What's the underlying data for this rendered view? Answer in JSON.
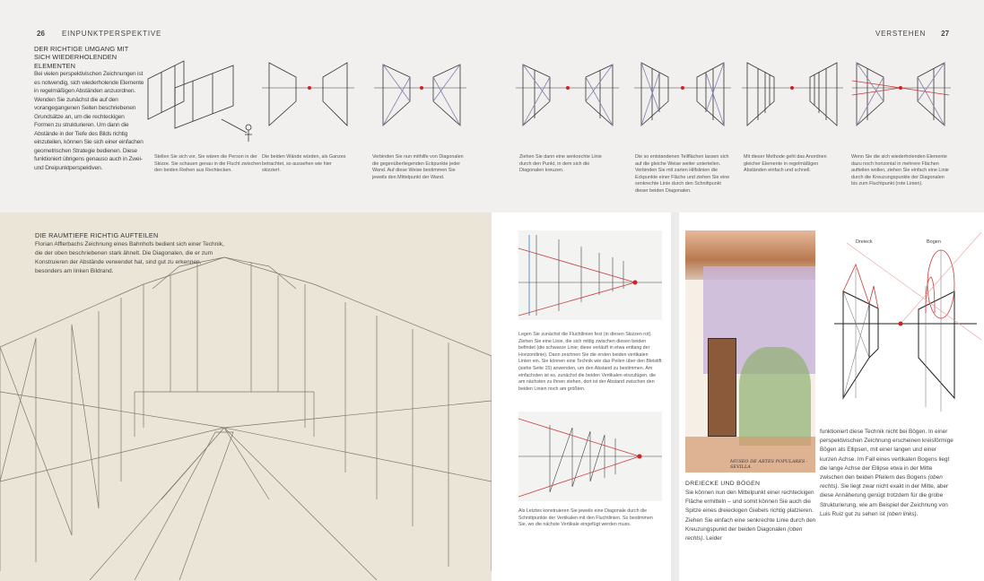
{
  "header": {
    "left_page_number": "26",
    "left_title": "EINPUNKTPERSPEKTIVE",
    "right_title": "VERSTEHEN",
    "right_page_number": "27"
  },
  "intro": {
    "heading": "DER RICHTIGE UMGANG MIT SICH WIEDERHOLENDEN ELEMENTEN",
    "text": "Bei vielen perspektivischen Zeichnungen ist es notwendig, sich wiederholende Elemente in regelmäßigen Abständen anzuordnen. Wenden Sie zunächst die auf den vorangegangenen Seiten beschriebenen Grundsätze an, um die rechteckigen Formen zu strukturieren. Um dann die Abstände in der Tiefe des Bilds richtig einzuteilen, können Sie sich einer einfachen geometrischen Strategie bedienen. Diese funktioniert übrigens genauso auch in Zwei- und Dreipunktperspektiven."
  },
  "steps": [
    "Stellen Sie sich vor, Sie wären die Person in der Skizze. Sie schauen genau in die Flucht zwischen den beiden Reihen aus Rechtecken.",
    "Die beiden Wände würden, als Ganzes betrachtet, so aussehen wie hier skizziert.",
    "Verbinden Sie nun mithilfe von Diagonalen die gegenüberliegenden Eckpunkte jeder Wand. Auf diese Weise bestimmen Sie jeweils den Mittelpunkt der Wand.",
    "Ziehen Sie dann eine senkrechte Linie durch den Punkt, in dem sich die Diagonalen kreuzen.",
    "Die so entstandenen Teilflächen lassen sich auf die gleiche Weise weiter unterteilen. Verbinden Sie mit zarten Hilfslinien die Eckpunkte einer Fläche und ziehen Sie eine senkrechte Linie durch den Schnittpunkt dieser beiden Diagonalen.",
    "Mit dieser Methode geht das Anordnen gleicher Elemente in regelmäßigen Abständen einfach und schnell.",
    "Wenn Sie die sich wiederholenden Elemente dazu noch horizontal in mehrere Flächen aufteilen wollen, ziehen Sie einfach eine Linie durch die Kreuzungspunkte der Diagonalen bis zum Fluchtpunkt (rote Linien)."
  ],
  "station": {
    "heading": "DIE RAUMTIEFE RICHTIG AUFTEILEN",
    "text": "Florian Afflerbachs Zeichnung eines Bahnhofs bedient sich einer Technik, die der oben beschriebenen stark ähnelt. Die Diagonalen, die er zum Konstruieren der Abstände verwendet hat, sind gut zu erkennen, besonders am linken Bildrand."
  },
  "middle": {
    "caption_1": "Legen Sie zunächst die Fluchtlinien fest (in diesen Skizzen rot). Ziehen Sie eine Linie, die sich mittig zwischen diesen beiden befindet (die schwarze Linie; diese verläuft in etwa entlang der Horizontlinie). Dann zeichnen Sie die ersten beiden vertikalen Linien ein. Sie können eine Technik wie das Peilen über den Bleistift (siehe Seite 15) anwenden, um den Abstand zu bestimmen. Am einfachsten ist es, zunächst die beiden Vertikalen einzufügen, die am nächsten zu Ihnen stehen, dort ist der Abstand zwischen den beiden Linien noch am größten.",
    "caption_2": "Als Letztes konstruieren Sie jeweils eine Diagonale durch die Schnittpunkte der Vertikalen mit den Fluchtlinien. So bestimmen Sie, wo die nächste Vertikale eingefügt werden muss."
  },
  "right": {
    "sketch_lettering": "MUSEO DE ARTES POPULARES · SEVILLA",
    "label_triangle": "Dreieck",
    "label_arch": "Bogen",
    "heading": "DREIECKE UND BÖGEN",
    "text_1": "Sie können nun den Mittelpunkt einer rechteckigen Fläche ermitteln – und somit können Sie auch die Spitze eines dreieckigen Giebels richtig platzieren. Ziehen Sie einfach eine senkrechte Linie durch den Kreuzungspunkt der beiden Diagonalen",
    "ref_1": "(oben rechts)",
    "text_1_end": ". Leider",
    "text_2": "funktioniert diese Technik nicht bei Bögen. In einer perspektivischen Zeichnung erscheinen kreisförmige Bögen als Ellipsen, mit einer langen und einer kurzen Achse. Im Fall eines vertikalen Bogens liegt die lange Achse der Ellipse etwa in der Mitte zwischen den beiden Pfeilern des Bogens",
    "ref_2": "(oben rechts)",
    "text_3": ". Sie liegt zwar nicht exakt in der Mitte, aber diese Annäherung genügt trotzdem für die grobe Strukturierung, wie am Beispiel der Zeichnung von Luis Ruiz gut zu sehen ist",
    "ref_3": "(oben links)",
    "text_3_end": "."
  },
  "colors": {
    "vanishing_point": "#d42020",
    "construction_red": "#c83a3a",
    "paper": "#ebe5d8",
    "band": "#f1f0ee"
  }
}
